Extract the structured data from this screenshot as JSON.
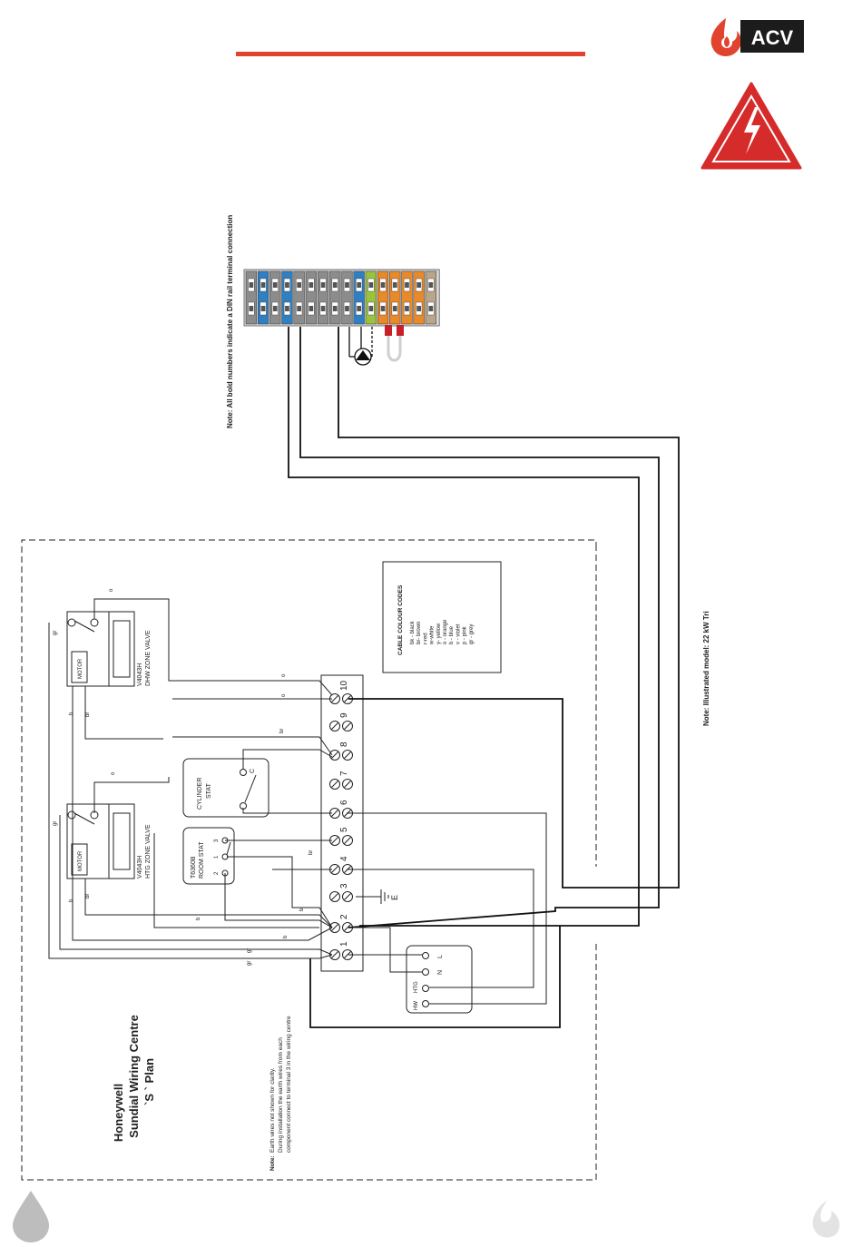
{
  "brand": {
    "name": "ACV",
    "accent": "#e2432f",
    "logo_dark": "#1c1c1c",
    "warning_red": "#d62b2b"
  },
  "notes": {
    "din_rail": "Note: All bold numbers indicate a DIN rail terminal connection",
    "model": "Note: Illustrated model: 22 kW Tri",
    "earth_label": "Note:",
    "earth_line1": "Earth wires not shown for clarity.",
    "earth_line2": "During installation the earth wires from each",
    "earth_line3": "component connect to terminal 3 in the wiring centre"
  },
  "title": {
    "line1": "Honeywell",
    "line2": "Sundial Wiring Centre",
    "line3": "`S ` Plan"
  },
  "cable_codes": {
    "heading": "CABLE COLOUR CODES",
    "items": [
      "bk - black",
      "br- brown",
      "r-red",
      "w-white",
      "y- yellow",
      "o - orange",
      "b - blue",
      "v - violet",
      "p - pink",
      "gr - grey"
    ]
  },
  "valves": {
    "dhw_model": "V4043H",
    "dhw_name": "DHW ZONE VALVE",
    "htg_model": "V4043H",
    "htg_name": "HTG ZONE VALVE",
    "motor": "MOTOR"
  },
  "cylinder_stat": {
    "line1": "CYLINDER",
    "line2": "STAT",
    "contact": "C"
  },
  "room_stat": {
    "model": "T6360B",
    "name": "ROOM STAT",
    "t1": "1",
    "t2": "2",
    "t3": "3"
  },
  "terminals": [
    "1",
    "2",
    "3",
    "4",
    "5",
    "6",
    "7",
    "8",
    "9",
    "10"
  ],
  "earth": "E",
  "supply": {
    "L": "L",
    "N": "N",
    "HTG": "HTG",
    "HW": "HW"
  },
  "wire_labels": {
    "o": "o",
    "gr": "gr",
    "b": "b",
    "br": "br"
  },
  "din_colors": {
    "grey": "#8c8c8c",
    "blue": "#2f7fc1",
    "green_yellow": "#9ac23c",
    "orange": "#e8892c",
    "tan": "#b8a58a"
  },
  "din_rail_sequence": [
    "grey",
    "blue",
    "grey",
    "blue",
    "grey",
    "grey",
    "grey",
    "grey",
    "grey",
    "blue",
    "green_yellow",
    "orange",
    "orange",
    "orange",
    "orange",
    "tan"
  ]
}
